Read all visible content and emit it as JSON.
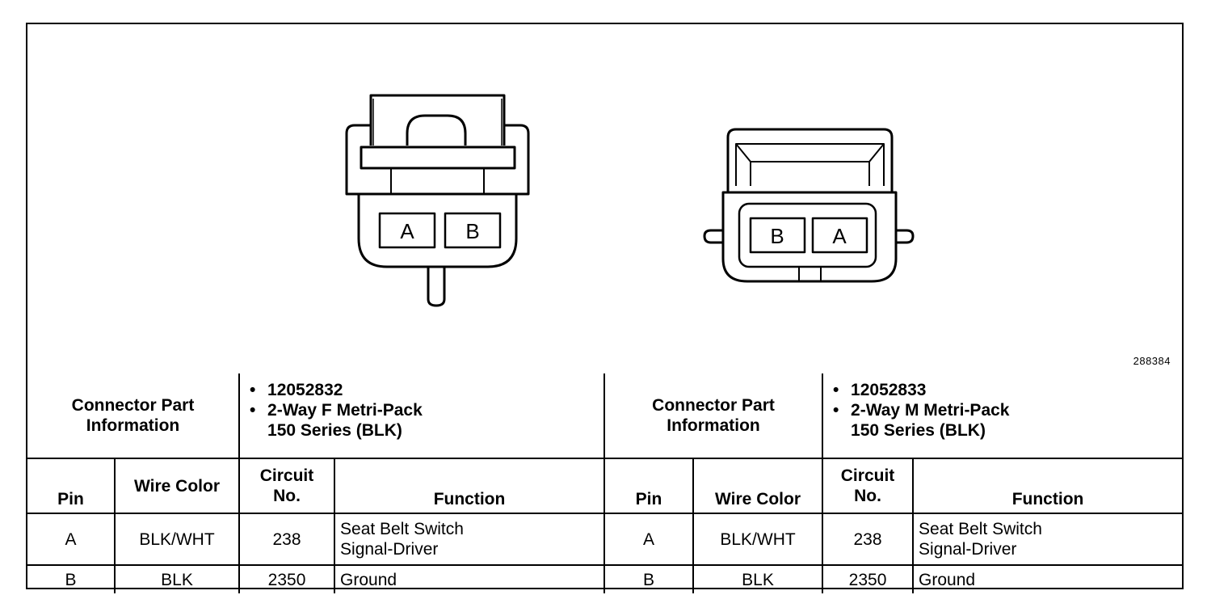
{
  "diagram": {
    "reference_number": "288384",
    "female_connector": {
      "cavity_labels": [
        "A",
        "B"
      ]
    },
    "male_connector": {
      "cavity_labels": [
        "B",
        "A"
      ]
    }
  },
  "connectors": [
    {
      "part_info_label": "Connector Part Information",
      "part_number": "12052832",
      "description_line1": "2-Way F Metri-Pack",
      "description_line2": "150 Series (BLK)",
      "headers": {
        "pin": "Pin",
        "wire_color": "Wire Color",
        "circuit": "Circuit No.",
        "function": "Function"
      },
      "rows": [
        {
          "pin": "A",
          "wire_color": "BLK/WHT",
          "circuit": "238",
          "function_line1": "Seat Belt Switch",
          "function_line2": "Signal-Driver"
        },
        {
          "pin": "B",
          "wire_color": "BLK",
          "circuit": "2350",
          "function_line1": "Ground",
          "function_line2": ""
        }
      ]
    },
    {
      "part_info_label": "Connector Part Information",
      "part_number": "12052833",
      "description_line1": "2-Way M Metri-Pack",
      "description_line2": "150 Series (BLK)",
      "headers": {
        "pin": "Pin",
        "wire_color": "Wire Color",
        "circuit": "Circuit No.",
        "function": "Function"
      },
      "rows": [
        {
          "pin": "A",
          "wire_color": "BLK/WHT",
          "circuit": "238",
          "function_line1": "Seat Belt Switch",
          "function_line2": "Signal-Driver"
        },
        {
          "pin": "B",
          "wire_color": "BLK",
          "circuit": "2350",
          "function_line1": "Ground",
          "function_line2": ""
        }
      ]
    }
  ]
}
